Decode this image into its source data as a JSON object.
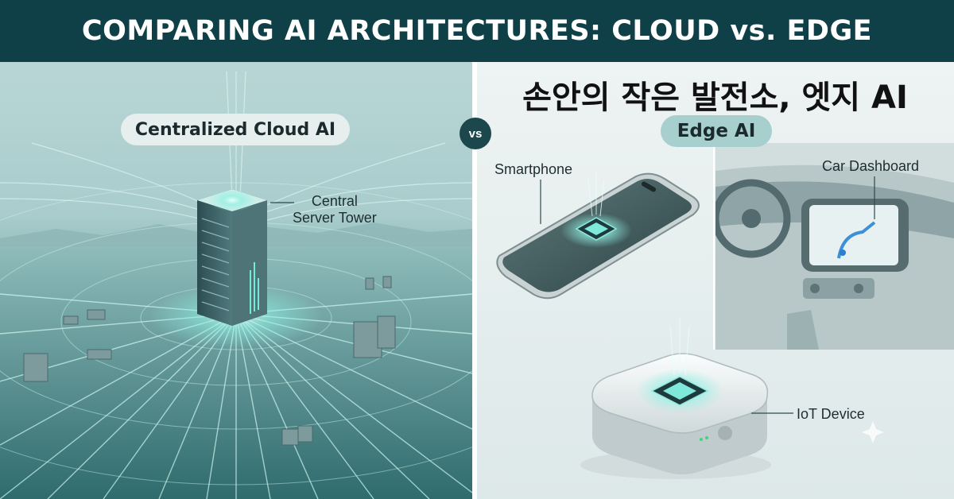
{
  "header": {
    "title": "COMPARING AI ARCHITECTURES: CLOUD vs. EDGE"
  },
  "left_panel": {
    "pill": "Centralized Cloud AI",
    "server_label_line1": "Central",
    "server_label_line2": "Server Tower"
  },
  "vs_badge": "vs",
  "right_panel": {
    "title": "손안의 작은 발전소, 엣지 AI",
    "pill": "Edge AI",
    "smartphone_label": "Smartphone",
    "car_label": "Car Dashboard",
    "iot_label": "IoT Device"
  },
  "colors": {
    "header_bg": "#0f4047",
    "accent_teal": "#5fe0d0",
    "edge_pill": "#a6cfcd",
    "vs_badge_bg": "#1c474c"
  }
}
